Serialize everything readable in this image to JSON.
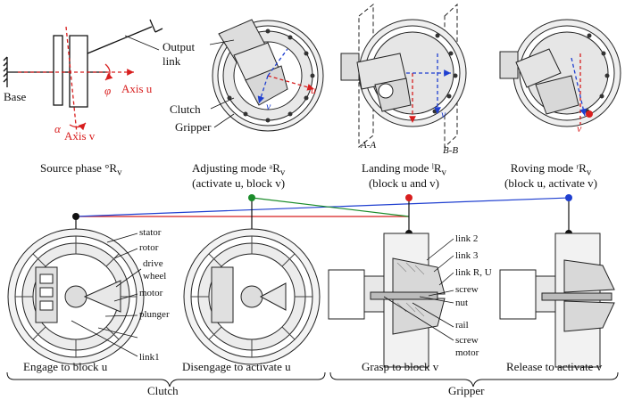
{
  "top": {
    "source_labels": {
      "base": "Base",
      "output_link": "Output link",
      "clutch": "Clutch",
      "gripper": "Gripper",
      "axis_u": "Axis u",
      "axis_v": "Axis v",
      "phi": "φ",
      "alpha": "α"
    },
    "modes": [
      {
        "title": "Source phase °R",
        "sub": "v",
        "line2": ""
      },
      {
        "title": "Adjusting mode ᵃR",
        "sub": "v",
        "line2": "(activate u, block v)"
      },
      {
        "title": "Landing mode ˡR",
        "sub": "v",
        "line2": "(block u and v)"
      },
      {
        "title": "Roving mode ʳR",
        "sub": "v",
        "line2": "(block u, activate v)"
      }
    ],
    "section_labels": {
      "aa": "A-A",
      "bb": "B-B"
    },
    "axis_letters": {
      "u": "u",
      "v": "v"
    }
  },
  "bottom": {
    "clutch_parts": [
      "stator",
      "rotor",
      "drive",
      "wheel",
      "motor",
      "plunger",
      "link1"
    ],
    "gripper_parts": [
      "link 2",
      "link 3",
      "link R, U",
      "screw",
      "nut",
      "rail",
      "screw",
      "motor"
    ],
    "captions": [
      "Engage to block u",
      "Disengage to activate u",
      "Grasp to block v",
      "Release to activate v"
    ],
    "groups": [
      "Clutch",
      "Gripper"
    ]
  },
  "colors": {
    "red": "#d81e1e",
    "blue": "#1f3fd0",
    "green": "#1a8c2a",
    "line": "#111111"
  }
}
